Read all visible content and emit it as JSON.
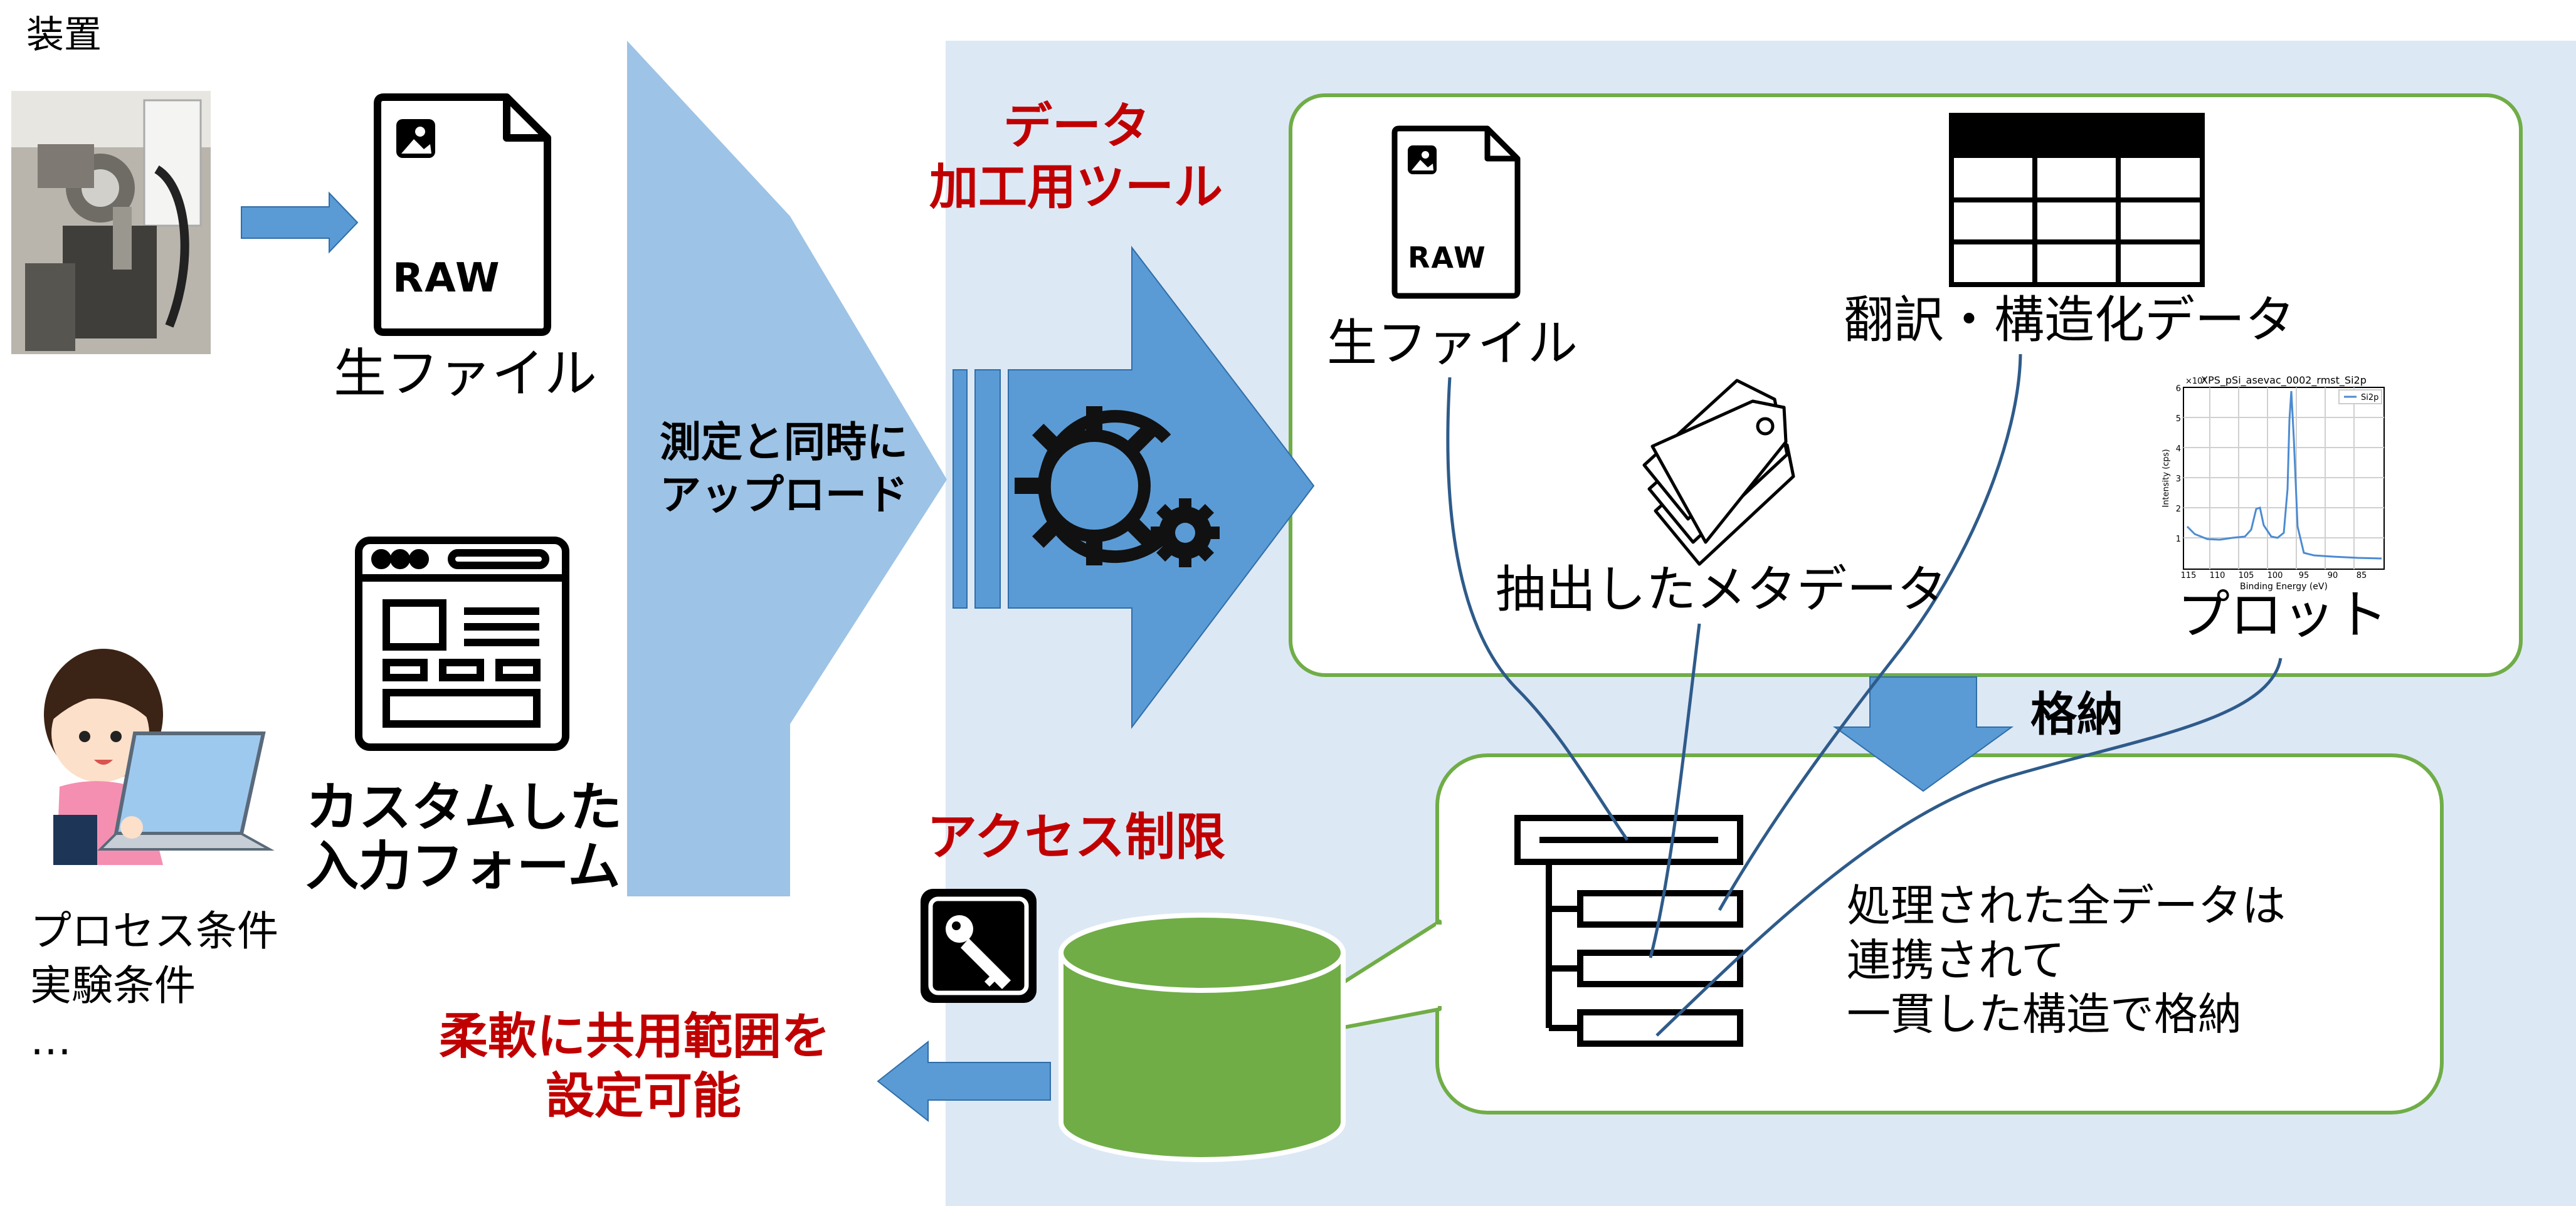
{
  "colors": {
    "panel_bg": "#dde8f5",
    "box_border": "#70ad47",
    "arrow_light": "#9dc3e6",
    "arrow_dark": "#5b9bd5",
    "db_green": "#70ad47",
    "accent_red": "#c00000",
    "link_line": "#2e5b8a"
  },
  "left": {
    "device_label": "装置",
    "raw_file_label": "生ファイル",
    "raw_badge": "RAW",
    "custom_form_label": [
      "カスタムした",
      "入力フォーム"
    ],
    "process_conditions": [
      "プロセス条件",
      "実験条件",
      "…"
    ]
  },
  "upload_label": [
    "測定と同時に",
    "アップロード"
  ],
  "tool_label": [
    "データ",
    "加工用ツール"
  ],
  "output_box": {
    "raw_file_label": "生ファイル",
    "raw_badge": "RAW",
    "structured_label": "翻訳・構造化データ",
    "metadata_label": "抽出したメタデータ",
    "plot_label": "プロット",
    "plot_title": "XPS_pSi_asevac_0002_rmst_Si2p",
    "plot_legend": "Si2p",
    "plot_xlabel": "Binding Energy (eV)",
    "plot_ylabel": "Intensity (cps)",
    "plot_exponent": "×10⁴",
    "plot_xticks": [
      "115",
      "110",
      "105",
      "100",
      "95",
      "90",
      "85"
    ],
    "plot_yticks": [
      "6",
      "5",
      "4",
      "3",
      "2",
      "1"
    ]
  },
  "store_label": "格納",
  "storage_box": {
    "description": [
      "処理された全データは",
      "連携されて",
      "一貫した構造で格納"
    ]
  },
  "access_label": "アクセス制限",
  "share_label": [
    "柔軟に共用範囲を",
    "設定可能"
  ],
  "icons": [
    "photo-icon",
    "file-raw-icon",
    "browser-form-icon",
    "person-laptop-icon",
    "gear-icon",
    "table-icon",
    "tag-icon",
    "key-icon",
    "database-icon",
    "tree-structure-icon"
  ]
}
